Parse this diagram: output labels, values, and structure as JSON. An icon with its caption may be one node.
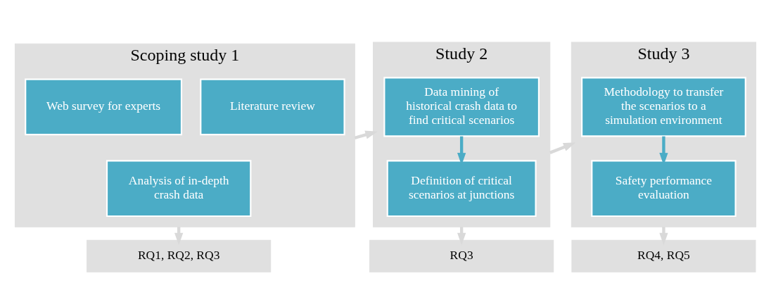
{
  "diagram": {
    "nodes": [
      {
        "text": [
          "Scoping study 1"
        ]
      },
      {
        "text": [
          "Literature review"
        ],
        "in": 0
      },
      {
        "text": [
          "Web survey for experts"
        ],
        "in": 0
      },
      {
        "text": [
          "Analysis of in-depth crash data"
        ],
        "in": 0
      },
      {
        "text": [
          "Study 2"
        ]
      },
      {
        "text": [
          "Data mining of historical crash data to find critical scenarios"
        ],
        "in": 4
      },
      {
        "text": [
          "Definition of critical scenarios at junctions"
        ],
        "in": 4
      },
      {
        "text": [
          "Study 3"
        ]
      },
      {
        "text": [
          "Methodology to transfer the scenarios to a simulation environment"
        ],
        "in": 7
      },
      {
        "text": [
          "Safety performance evaluation"
        ],
        "in": 7
      },
      {
        "text": [
          "RQ1, RQ2, RQ3"
        ]
      },
      {
        "text": [
          "RQ3"
        ]
      },
      {
        "text": [
          "RQ4, RQ5"
        ]
      }
    ],
    "edges": [
      {
        "from": 0,
        "to": 4,
        "arrow": "to"
      },
      {
        "from": 4,
        "to": 7,
        "arrow": "to"
      },
      {
        "from": 5,
        "to": 6,
        "arrow": "to",
        "color": "#4bacc6"
      },
      {
        "from": 8,
        "to": 9,
        "arrow": "to",
        "color": "#4bacc6"
      },
      {
        "from": 0,
        "to": 10,
        "arrow": "to"
      },
      {
        "from": 4,
        "to": 11,
        "arrow": "to"
      },
      {
        "from": 7,
        "to": 12,
        "arrow": "to"
      }
    ]
  }
}
